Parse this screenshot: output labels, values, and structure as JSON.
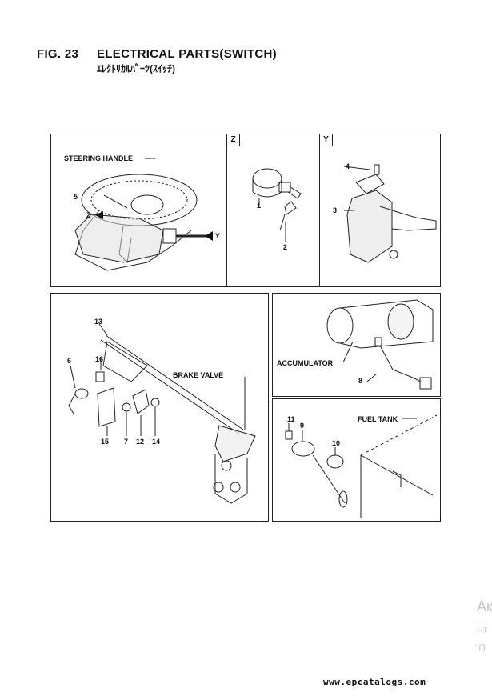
{
  "header": {
    "fig_no": "FIG. 23",
    "title": "ELECTRICAL PARTS(SWITCH)",
    "subtitle": "ｴﾚｸﾄﾘｶﾙﾊﾟｰﾂ(ｽｲｯﾁ)"
  },
  "panel_steering": {
    "label_steering": "STEERING HANDLE",
    "num_5": "5",
    "view_z": "Z",
    "view_y": "Y"
  },
  "panel_z": {
    "tag": "Z",
    "num_1": "1",
    "num_2": "2"
  },
  "panel_y": {
    "tag": "Y",
    "num_4": "4",
    "num_3": "3"
  },
  "panel_brake": {
    "label_brake": "BRAKE VALVE",
    "num_13": "13",
    "num_16": "16",
    "num_6": "6",
    "num_15": "15",
    "num_7": "7",
    "num_12": "12",
    "num_14": "14"
  },
  "panel_accum": {
    "label_accum": "ACCUMULATOR",
    "num_8": "8"
  },
  "panel_fuel": {
    "label_fuel": "FUEL TANK",
    "num_11": "11",
    "num_9": "9",
    "num_10": "10"
  },
  "watermark": {
    "line1": "Ак",
    "line2": "Чт",
    "line3": "\"П"
  },
  "footer": {
    "url": "www.epcatalogs.com"
  }
}
